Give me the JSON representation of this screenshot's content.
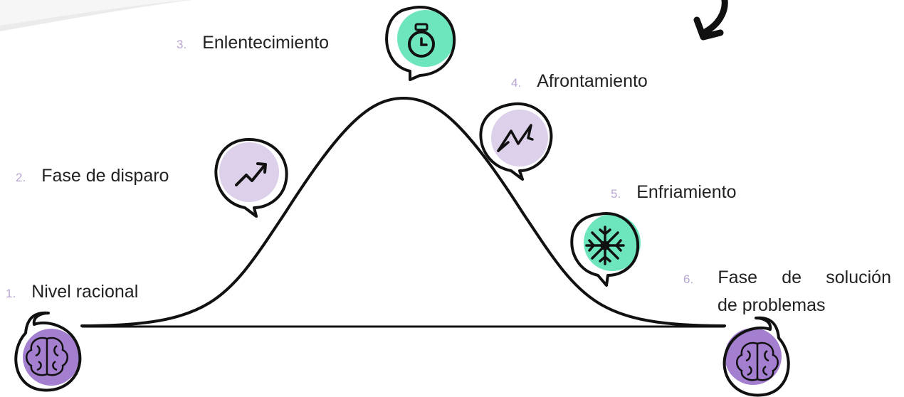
{
  "phases": [
    {
      "number": "1.",
      "label": "Nivel racional",
      "icon": "brain-icon",
      "color": "#a57fcf"
    },
    {
      "number": "2.",
      "label": "Fase de disparo",
      "icon": "trending-up-icon",
      "color": "#dcd0eb"
    },
    {
      "number": "3.",
      "label": "Enlentecimiento",
      "icon": "stopwatch-icon",
      "color": "#6ee6bd"
    },
    {
      "number": "4.",
      "label": "Afrontamiento",
      "icon": "zigzag-chart-icon",
      "color": "#dcd0eb"
    },
    {
      "number": "5.",
      "label": "Enfriamiento",
      "icon": "snowflake-icon",
      "color": "#6ee6bd"
    },
    {
      "number": "6.",
      "label_line1_a": "Fase",
      "label_line1_b": "de",
      "label_line1_c": "solución",
      "label_line2": "de problemas",
      "icon": "brain-icon",
      "color": "#a57fcf"
    }
  ],
  "colors": {
    "purple": "#a57fcf",
    "lavender": "#dcd0eb",
    "mint": "#6ee6bd",
    "number": "#b9a6d3",
    "ink": "#111111"
  }
}
